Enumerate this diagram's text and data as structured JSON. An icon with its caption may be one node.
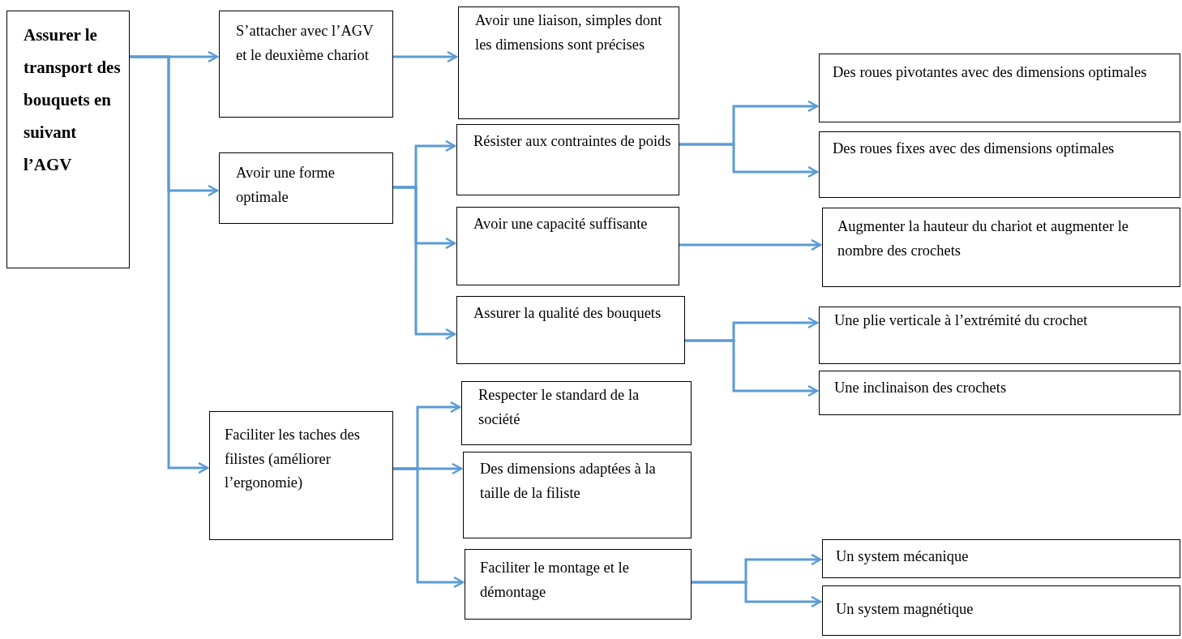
{
  "diagram": {
    "nodes": [
      {
        "text": [
          "Assurer le transport des bouquets en suivant l’AGV"
        ]
      },
      {
        "text": [
          "S’attacher avec l’AGV et le deuxième chariot"
        ]
      },
      {
        "text": [
          "Avoir une  liaison, simples dont les dimensions sont précises"
        ]
      },
      {
        "text": [
          "Avoir une forme optimale"
        ]
      },
      {
        "text": [
          "Résister aux contraintes de poids"
        ]
      },
      {
        "text": [
          "Des roues pivotantes avec des dimensions optimales"
        ]
      },
      {
        "text": [
          "Des roues fixes avec des dimensions optimales"
        ]
      },
      {
        "text": [
          "Avoir une capacité suffisante"
        ]
      },
      {
        "text": [
          "Augmenter la hauteur du chariot et augmenter le nombre des crochets"
        ]
      },
      {
        "text": [
          "Assurer la qualité des bouquets"
        ]
      },
      {
        "text": [
          "Faciliter les taches des filistes (améliorer l’ergonomie)"
        ]
      },
      {
        "text": [
          "Respecter le standard de la société"
        ]
      },
      {
        "text": [
          "Une plie verticale à l’extrémité du crochet"
        ]
      },
      {
        "text": [
          "Une  inclinaison des crochets"
        ]
      },
      {
        "text": [
          "Des dimensions adaptées à la taille de la filiste"
        ]
      },
      {
        "text": [
          "Faciliter le montage et le démontage"
        ]
      },
      {
        "text": [
          "Un system mécanique"
        ]
      },
      {
        "text": [
          "Un system magnétique"
        ]
      }
    ],
    "edges": [
      {
        "from": 0,
        "to": 1,
        "arrow": "to"
      },
      {
        "from": 0,
        "to": 3,
        "arrow": "to"
      },
      {
        "from": 0,
        "to": 10,
        "arrow": "to"
      },
      {
        "from": 1,
        "to": 2,
        "arrow": "to"
      },
      {
        "from": 3,
        "to": 4,
        "arrow": "to"
      },
      {
        "from": 3,
        "to": 7,
        "arrow": "to"
      },
      {
        "from": 3,
        "to": 9,
        "arrow": "to"
      },
      {
        "from": 4,
        "to": 5,
        "arrow": "to"
      },
      {
        "from": 4,
        "to": 6,
        "arrow": "to"
      },
      {
        "from": 7,
        "to": 8,
        "arrow": "to"
      },
      {
        "from": 9,
        "to": 12,
        "arrow": "to"
      },
      {
        "from": 9,
        "to": 13,
        "arrow": "to"
      },
      {
        "from": 10,
        "to": 11,
        "arrow": "to"
      },
      {
        "from": 10,
        "to": 14,
        "arrow": "to"
      },
      {
        "from": 10,
        "to": 15,
        "arrow": "to"
      },
      {
        "from": 15,
        "to": 16,
        "arrow": "to"
      },
      {
        "from": 15,
        "to": 17,
        "arrow": "to"
      }
    ]
  }
}
